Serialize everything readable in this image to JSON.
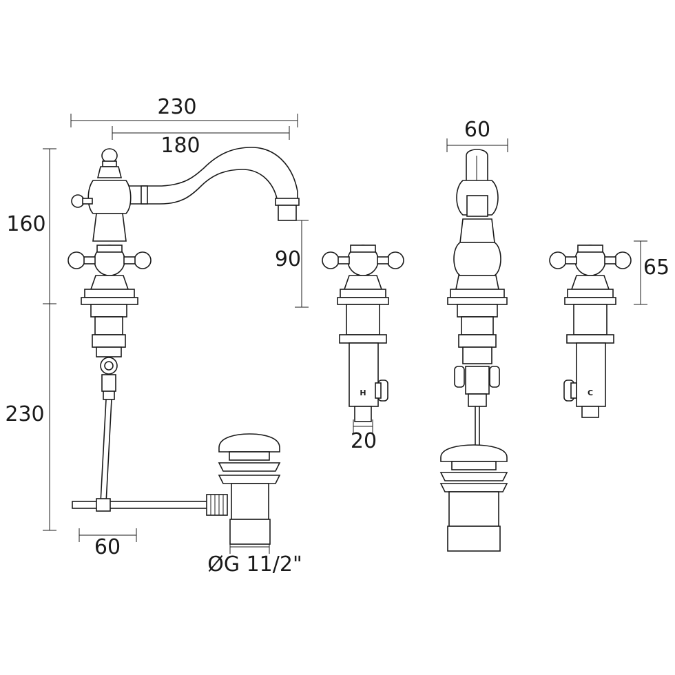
{
  "dimensions": {
    "spout_reach_overall": "230",
    "spout_reach": "180",
    "mixer_height": "160",
    "spout_height": "90",
    "body_below_deck": "230",
    "waste_pivot_offset": "60",
    "waste_thread": "ØG 11/2\"",
    "valve_outlet": "20",
    "spout_width": "60",
    "handle_height": "65"
  },
  "valve_marks": {
    "hot": "H",
    "cold": "C"
  }
}
